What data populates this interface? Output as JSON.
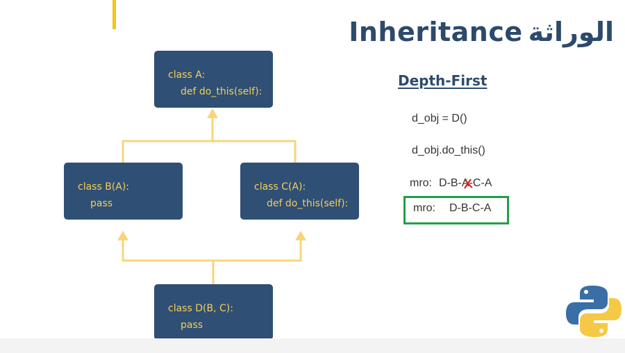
{
  "title": {
    "english": "Inheritance",
    "arabic": "الوراثة"
  },
  "diagram": {
    "class_a": {
      "line1": "class A:",
      "line2": "def do_this(self):"
    },
    "class_b": {
      "line1": "class B(A):",
      "line2": "pass"
    },
    "class_c": {
      "line1": "class C(A):",
      "line2": "def do_this(self):"
    },
    "class_d": {
      "line1": "class D(B, C):",
      "line2": "pass"
    },
    "arrow_color": "#f8d57a",
    "box_color": "#2f4f74",
    "text_color": "#f6cf5a"
  },
  "panel": {
    "heading": "Depth-First",
    "line_instance": "d_obj = D()",
    "line_call": "d_obj.do_this()",
    "mro_label": "mro:",
    "mro_crossed": "D-B-A-C-A",
    "mro_final_label": "mro:",
    "mro_final": "D-B-C-A",
    "highlight_color": "#20a045"
  },
  "icons": {
    "logo": "python-logo-icon",
    "strike": "strike-icon"
  }
}
